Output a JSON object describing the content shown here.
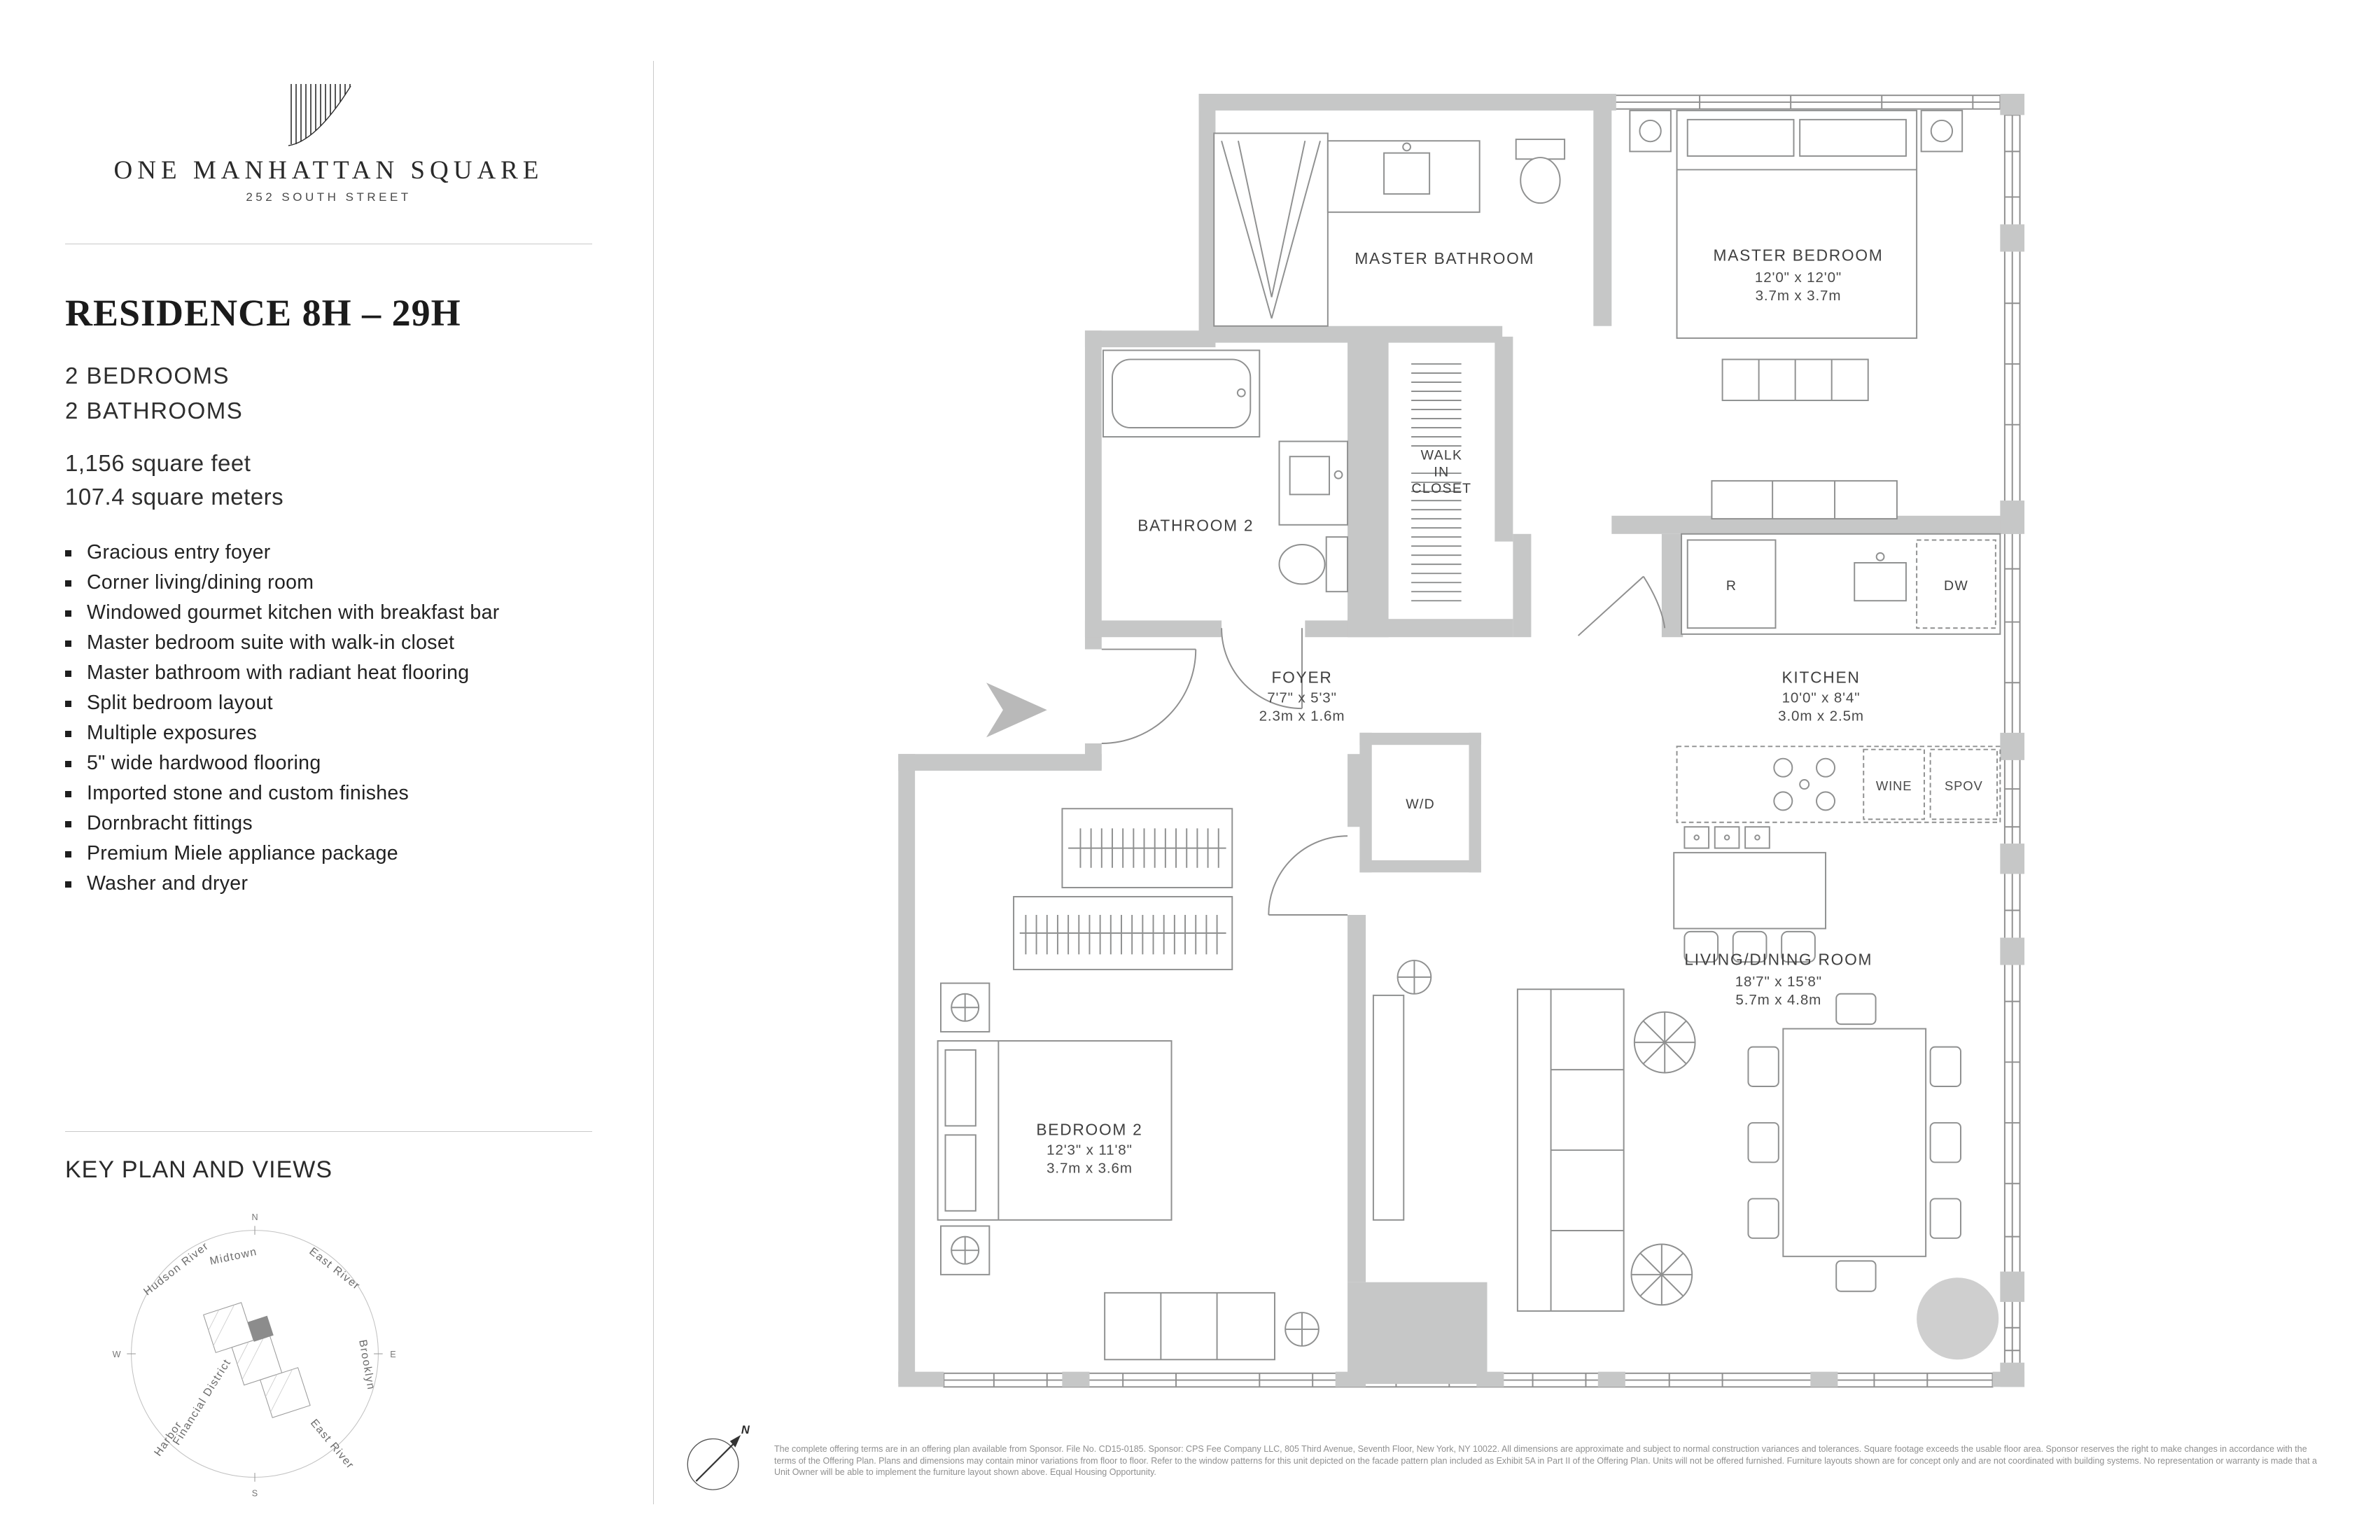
{
  "brand": {
    "name": "ONE MANHATTAN SQUARE",
    "address": "252 SOUTH STREET"
  },
  "residence": {
    "title": "RESIDENCE 8H – 29H",
    "bedrooms": "2 BEDROOMS",
    "bathrooms": "2 BATHROOMS",
    "area_sqft": "1,156 square feet",
    "area_sqm": "107.4 square meters",
    "features": [
      "Gracious entry foyer",
      "Corner living/dining room",
      "Windowed gourmet kitchen with breakfast bar",
      "Master bedroom suite with walk-in closet",
      "Master bathroom with radiant heat flooring",
      "Split bedroom layout",
      "Multiple exposures",
      "5\" wide hardwood flooring",
      "Imported stone and custom finishes",
      "Dornbracht fittings",
      "Premium Miele appliance package",
      "Washer and dryer"
    ]
  },
  "key_plan": {
    "title": "KEY PLAN AND VIEWS",
    "compass": {
      "n": "N",
      "s": "S",
      "e": "E",
      "w": "W"
    },
    "labels": {
      "hudson_river": "Hudson River",
      "midtown": "Midtown",
      "east_river_north": "East River",
      "brooklyn": "Brooklyn",
      "east_river_south": "East River",
      "harbor": "Harbor",
      "financial_district": "Financial District"
    }
  },
  "floor_plan": {
    "north_label": "N",
    "rooms": {
      "master_bathroom": {
        "name": "MASTER BATHROOM"
      },
      "master_bedroom": {
        "name": "MASTER BEDROOM",
        "dims": "12'0\" x 12'0\"",
        "metric": "3.7m x 3.7m"
      },
      "bathroom_2": {
        "name": "BATHROOM 2"
      },
      "walk_in_closet": {
        "lines": [
          "WALK",
          "IN",
          "CLOSET"
        ]
      },
      "foyer": {
        "name": "FOYER",
        "dims": "7'7\" x 5'3\"",
        "metric": "2.3m x 1.6m"
      },
      "kitchen": {
        "name": "KITCHEN",
        "dims": "10'0\" x 8'4\"",
        "metric": "3.0m x 2.5m"
      },
      "washer_dryer": {
        "name": "W/D"
      },
      "bedroom_2": {
        "name": "BEDROOM 2",
        "dims": "12'3\" x 11'8\"",
        "metric": "3.7m x 3.6m"
      },
      "living_dining": {
        "name": "LIVING/DINING ROOM",
        "dims": "18'7\" x 15'8\"",
        "metric": "5.7m x 4.8m"
      }
    },
    "appliances": {
      "refrigerator": "R",
      "dishwasher": "DW",
      "wine": "WINE",
      "speed_oven": "SPOV"
    }
  },
  "disclaimer": "The complete offering terms are in an offering plan available from Sponsor. File No. CD15-0185. Sponsor: CPS Fee Company LLC, 805 Third Avenue, Seventh Floor, New York, NY 10022.  All dimensions are approximate and subject to normal construction variances and tolerances. Square footage exceeds the usable floor area. Sponsor reserves the right to make changes in accordance with the terms of the Offering Plan. Plans and dimensions may contain minor variations from floor to floor. Refer to the window patterns for this unit depicted on the facade pattern plan included as Exhibit 5A in Part II of the Offering Plan. Units will not be offered furnished. Furniture layouts shown are for concept only and are not coordinated with building systems.  No representation or warranty is made that a Unit Owner will be able to implement the furniture layout shown above. Equal Housing Opportunity."
}
